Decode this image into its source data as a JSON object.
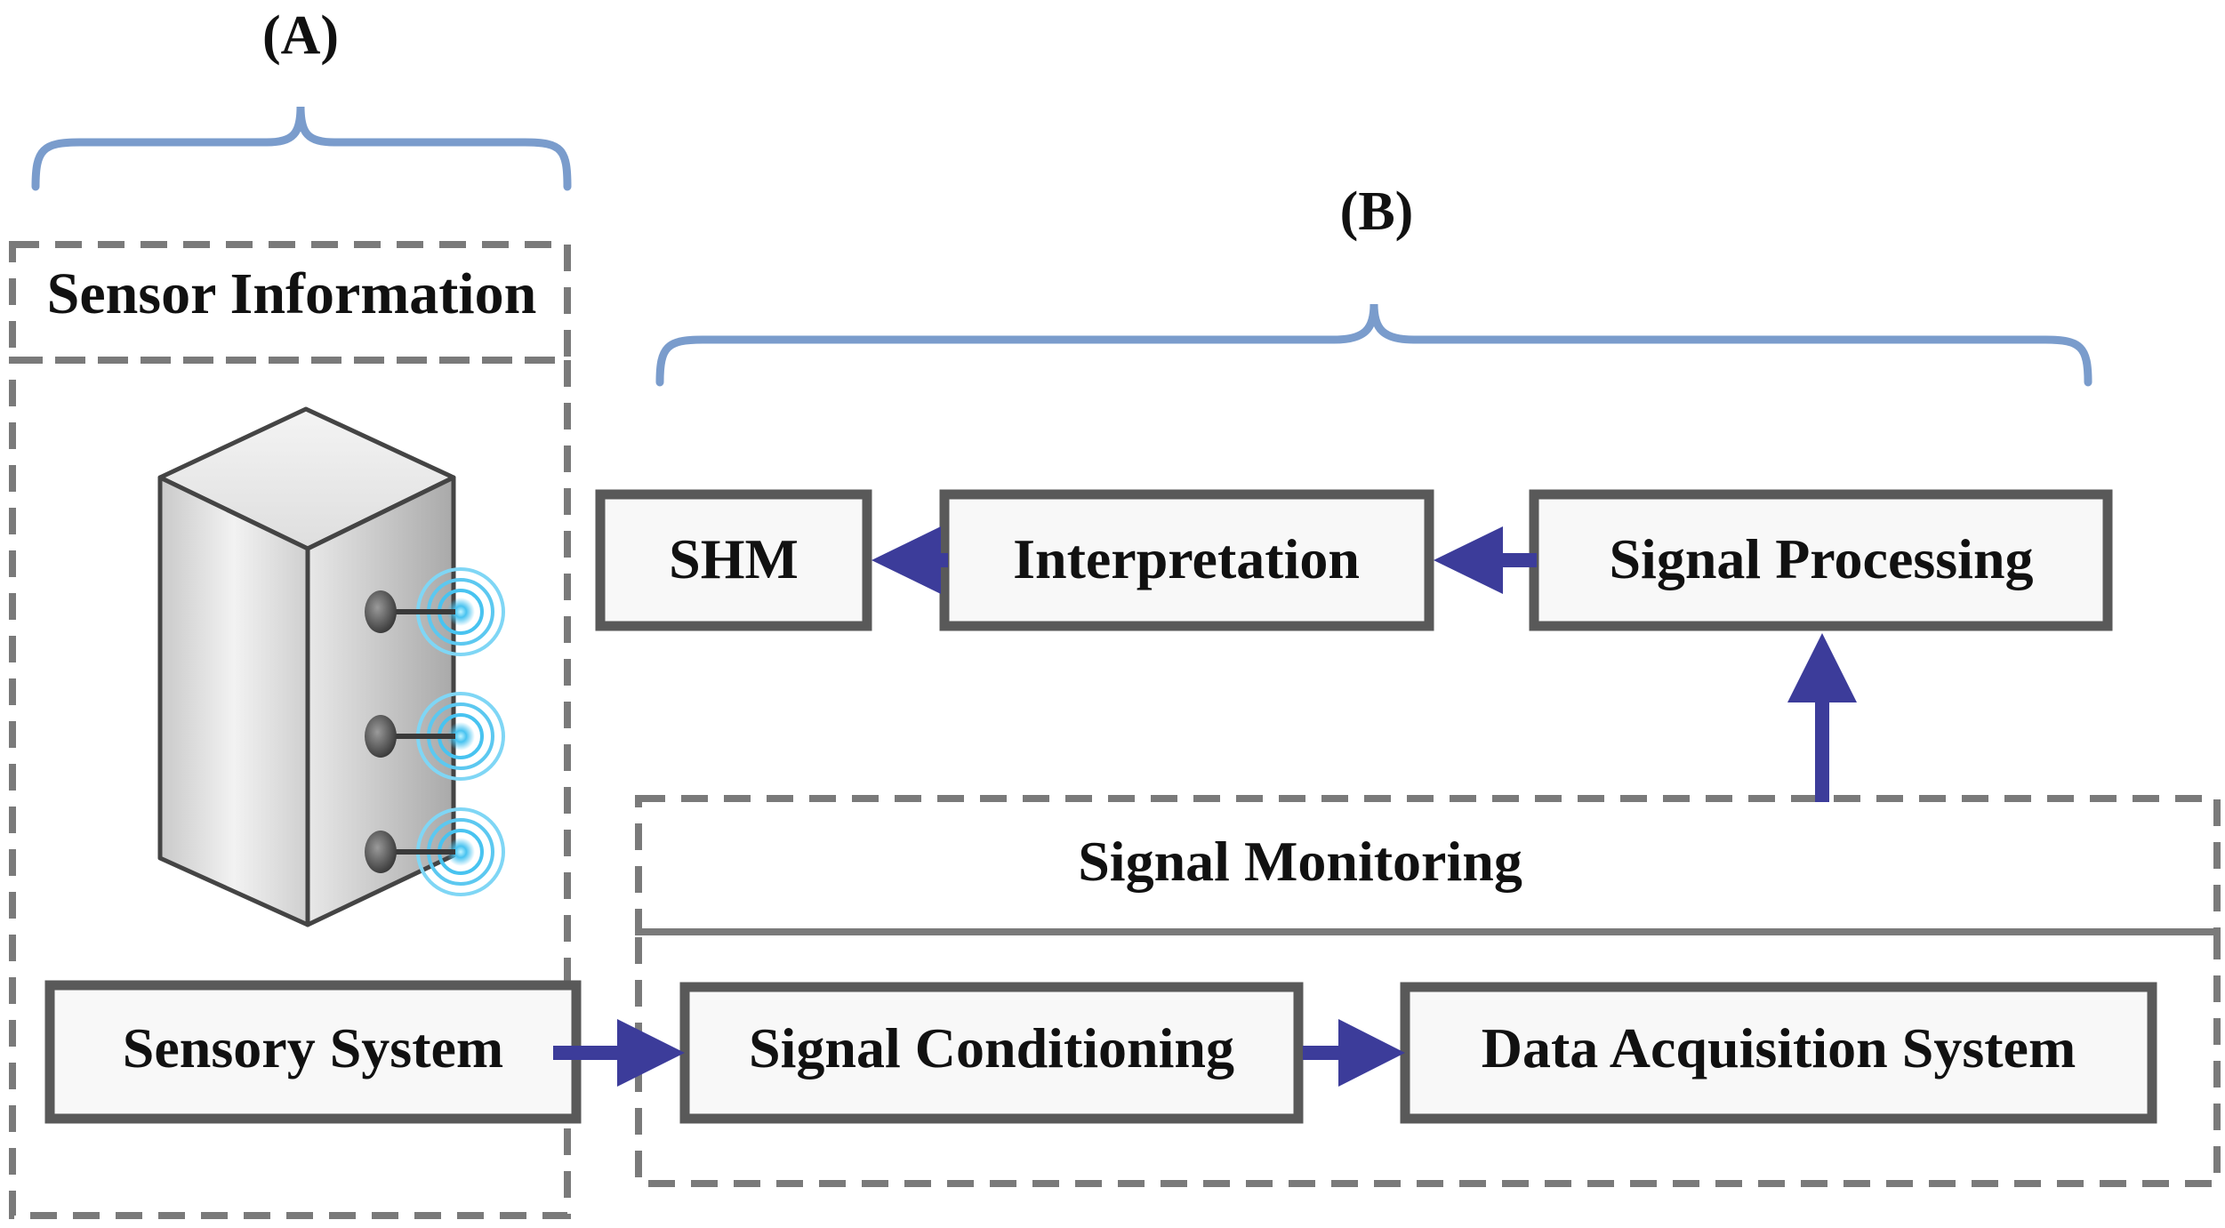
{
  "labels": {
    "group_a": "(A)",
    "group_b": "(B)",
    "sensor_information": "Sensor Information",
    "signal_monitoring": "Signal Monitoring"
  },
  "boxes": {
    "shm": "SHM",
    "interpretation": "Interpretation",
    "signal_processing": "Signal Processing",
    "sensory_system": "Sensory System",
    "signal_conditioning": "Signal Conditioning",
    "data_acquisition": "Data Acquisition System"
  },
  "colors": {
    "brace": "#7a9ccc",
    "arrow": "#3c3c9a",
    "box_border": "#595959",
    "box_fill": "#f8f8f8",
    "dashed": "#7a7a7a",
    "text": "#111111"
  },
  "icons": {
    "structure": "building-with-sensors-icon",
    "sensor": "wireless-sensor-icon"
  }
}
